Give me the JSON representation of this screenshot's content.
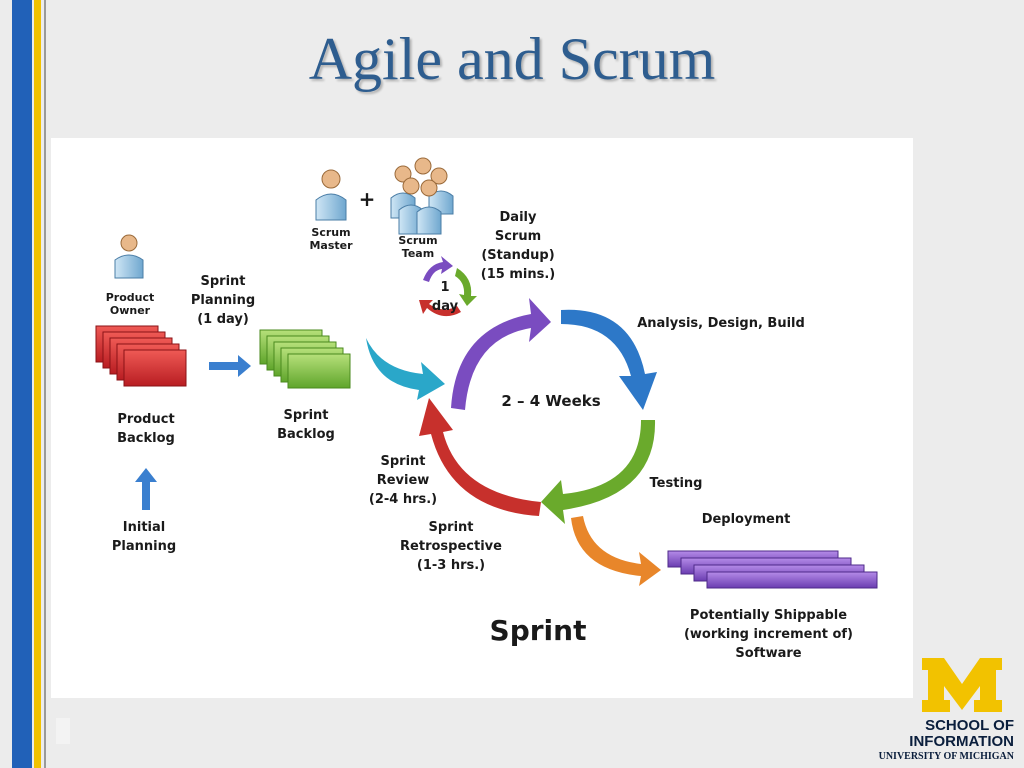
{
  "slide": {
    "title": "Agile and Scrum"
  },
  "diagram": {
    "product_owner": "Product\nOwner",
    "product_backlog": "Product\nBacklog",
    "initial_planning": "Initial\nPlanning",
    "sprint_planning": "Sprint\nPlanning\n(1 day)",
    "sprint_backlog": "Sprint\nBacklog",
    "scrum_master": "Scrum\nMaster",
    "plus": "+",
    "scrum_team": "Scrum\nTeam",
    "daily_scrum": "Daily\nScrum\n(Standup)\n(15 mins.)",
    "one_day": "1\nday",
    "analysis": "Analysis, Design, Build",
    "weeks": "2 – 4 Weeks",
    "testing": "Testing",
    "deployment": "Deployment",
    "sprint_review": "Sprint\nReview\n(2-4 hrs.)",
    "sprint_retro": "Sprint\nRetrospective\n(1-3 hrs.)",
    "shippable": "Potentially Shippable\n(working increment of)\nSoftware",
    "sprint_label": "Sprint"
  },
  "logo": {
    "line1": "SCHOOL OF",
    "line2": "INFORMATION",
    "line3": "UNIVERSITY OF MICHIGAN"
  },
  "colors": {
    "title": "#2e5d8f",
    "backlog_red": "#d9262b",
    "backlog_green": "#7dc242",
    "software_purple": "#7b4fc4",
    "arrow_purple": "#7a4cc0",
    "arrow_blue": "#2d78c8",
    "arrow_green": "#6aaa2c",
    "arrow_red": "#c7302c",
    "arrow_orange": "#e8862a",
    "arrow_teal": "#2aa7c9",
    "michigan_blue": "#2161b8",
    "michigan_maize": "#f2c200"
  }
}
